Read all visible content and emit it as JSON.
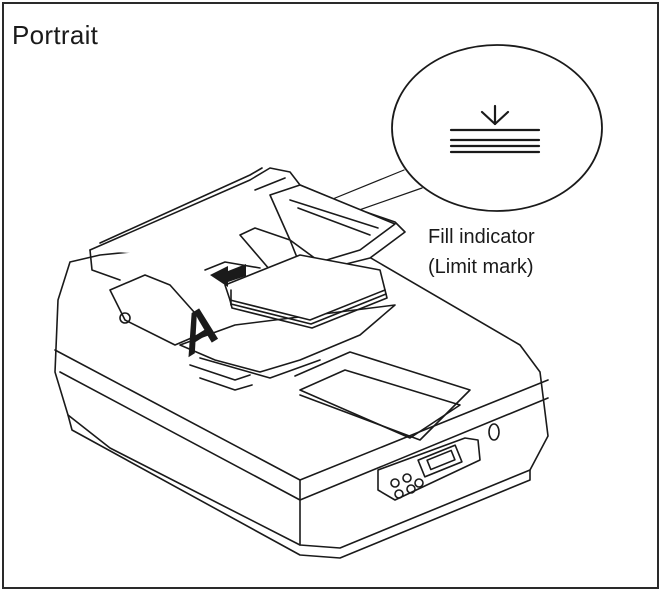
{
  "figure": {
    "orientation_label": "Portrait",
    "callout": {
      "line1": "Fill indicator",
      "line2": "(Limit mark)"
    },
    "document_letter": "A"
  }
}
